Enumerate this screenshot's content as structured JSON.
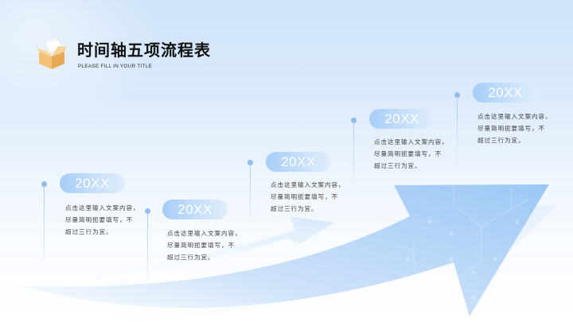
{
  "header": {
    "title": "时间轴五项流程表",
    "subtitle": "PLEASE FILL IN YOUR TITLE",
    "icon": "open-box-icon"
  },
  "colors": {
    "accent": "#8fbdf0",
    "pill_start": "#a6cdf7",
    "pill_end": "#e1eefd",
    "arrow": "#a3cbf5",
    "title_text": "#111111",
    "body_text": "#444444"
  },
  "timeline": {
    "items": [
      {
        "year": "20XX",
        "lines": [
          "点击这里输入文案内容，",
          "尽量简明扼要填写，不",
          "超过三行为宜。"
        ]
      },
      {
        "year": "20XX",
        "lines": [
          "点击这里输入文案内容，",
          "尽量简明扼要填写，不",
          "超过三行为宜。"
        ]
      },
      {
        "year": "20XX",
        "lines": [
          "点击这里输入文案内容，",
          "尽量简明扼要填写，不",
          "超过三行为宜。"
        ]
      },
      {
        "year": "20XX",
        "lines": [
          "点击这里输入文案内容，",
          "尽量简明扼要填写，不",
          "超过三行为宜。"
        ]
      },
      {
        "year": "20XX",
        "lines": [
          "点击这里输入文案内容，",
          "尽量简明扼要填写，不",
          "超过三行为宜。"
        ]
      }
    ]
  }
}
